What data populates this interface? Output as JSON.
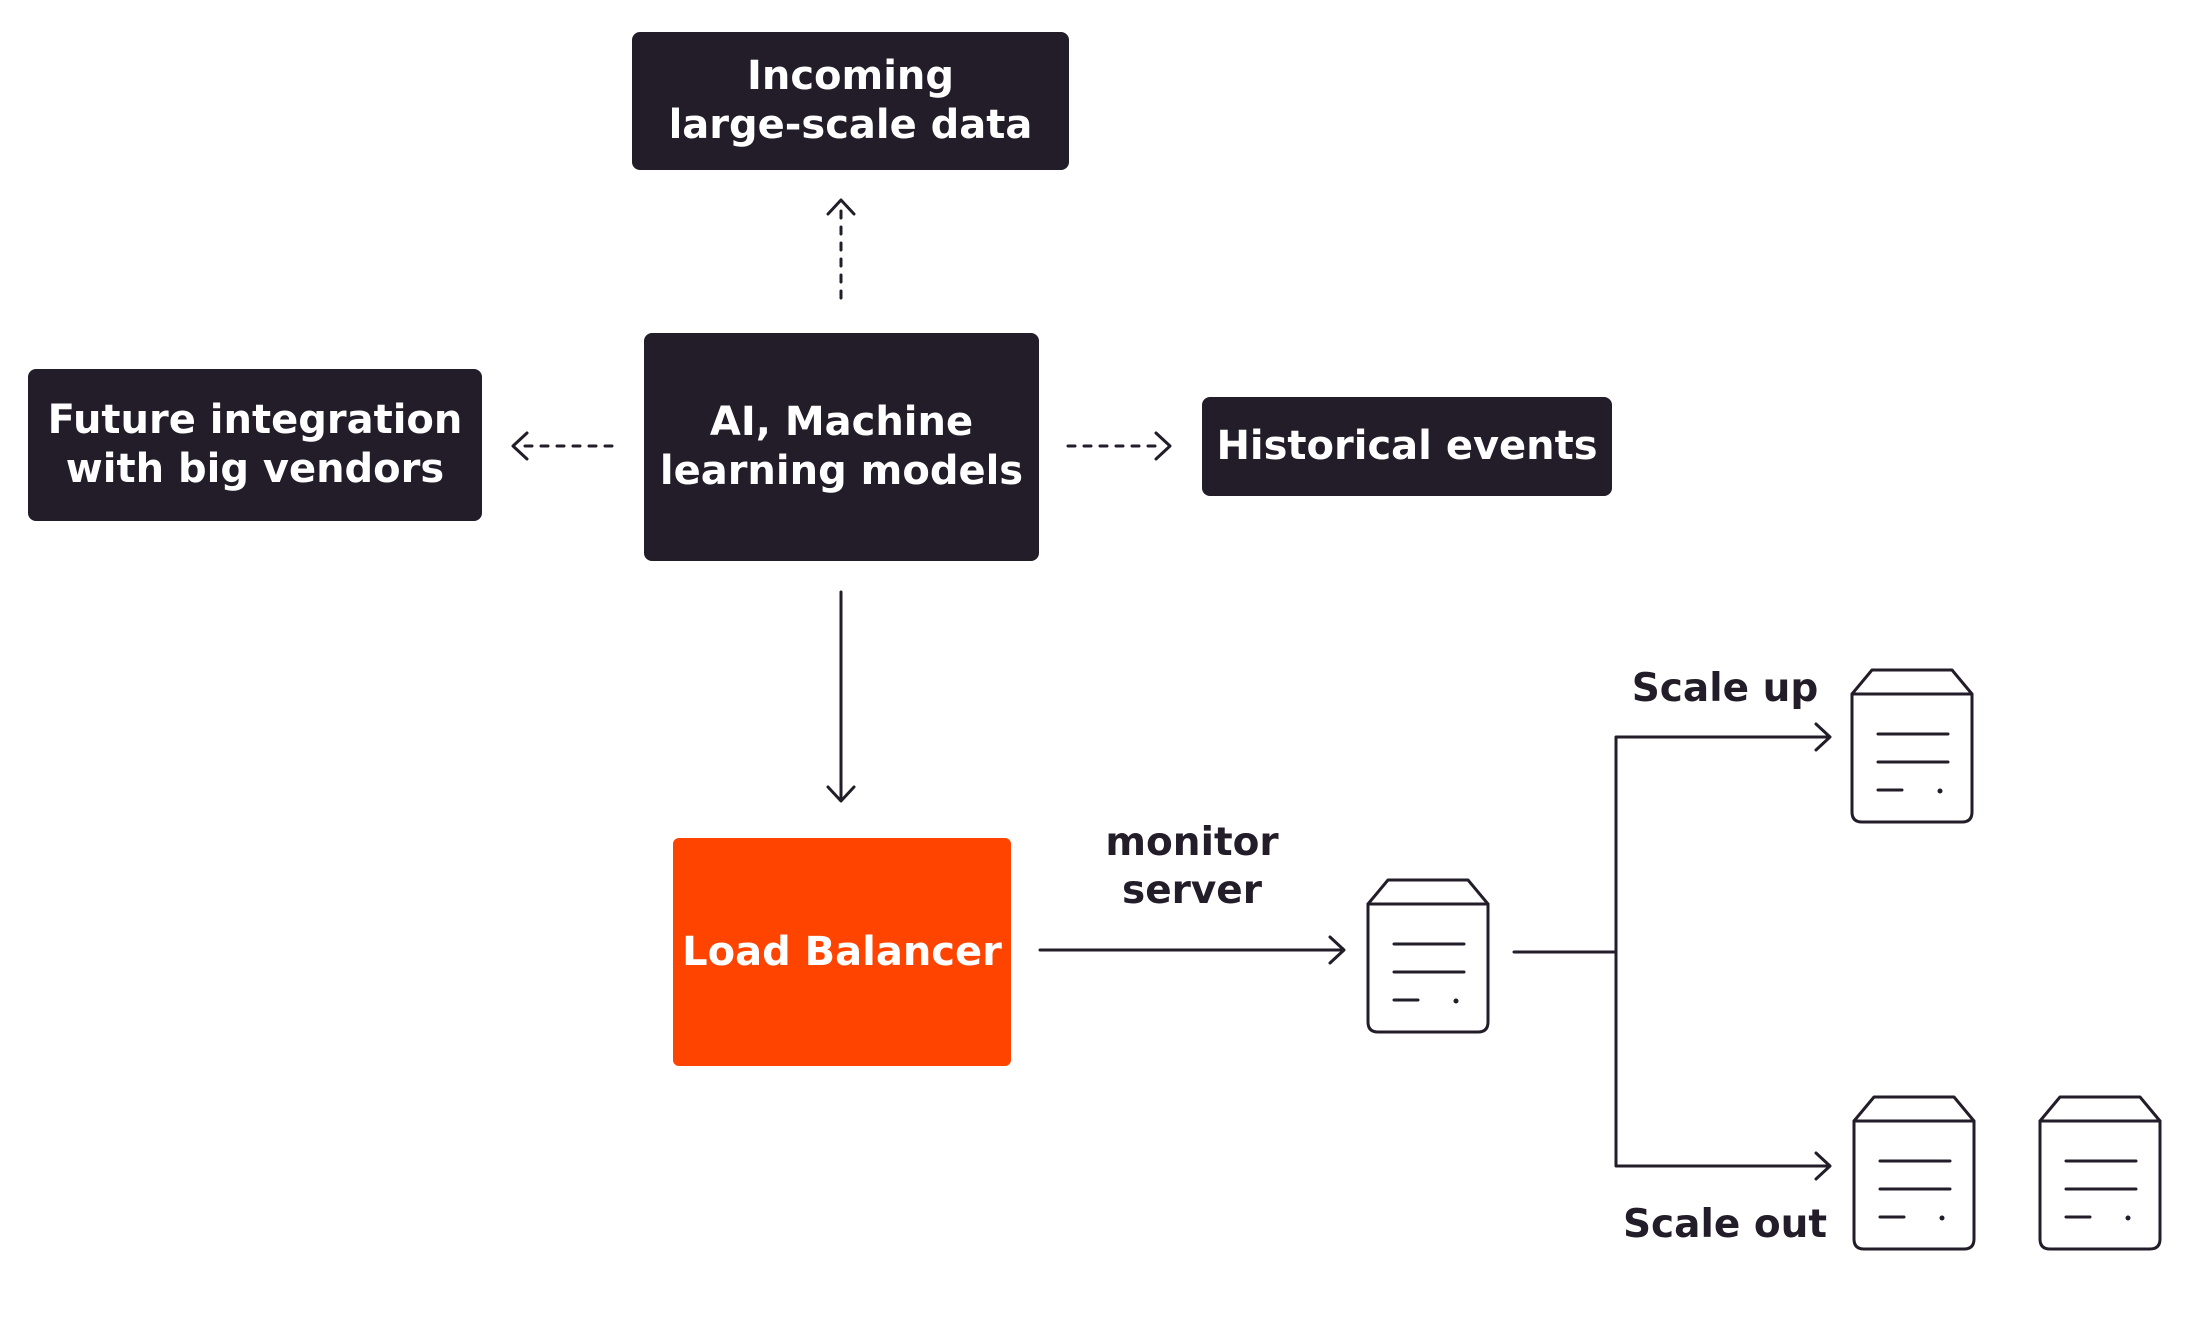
{
  "colors": {
    "box_dark": "#221d28",
    "load_balancer": "#ff4400",
    "box_text": "#ffffff",
    "line": "#221d28",
    "label_text": "#221d28"
  },
  "nodes": {
    "incoming": {
      "line1": "Incoming",
      "line2": "large-scale data"
    },
    "ai": {
      "line1": "AI, Machine",
      "line2": "learning models"
    },
    "future": {
      "line1": "Future integration",
      "line2": "with big vendors"
    },
    "historical": {
      "label": "Historical events"
    },
    "load_balancer": {
      "label": "Load Balancer"
    }
  },
  "labels": {
    "monitor": {
      "line1": "monitor",
      "line2": "server"
    },
    "scale_up": "Scale up",
    "scale_out": "Scale out"
  },
  "icons": {
    "monitored_server": "server-icon",
    "scale_up_server": "server-icon",
    "scale_out_servers": [
      "server-icon",
      "server-icon"
    ]
  }
}
